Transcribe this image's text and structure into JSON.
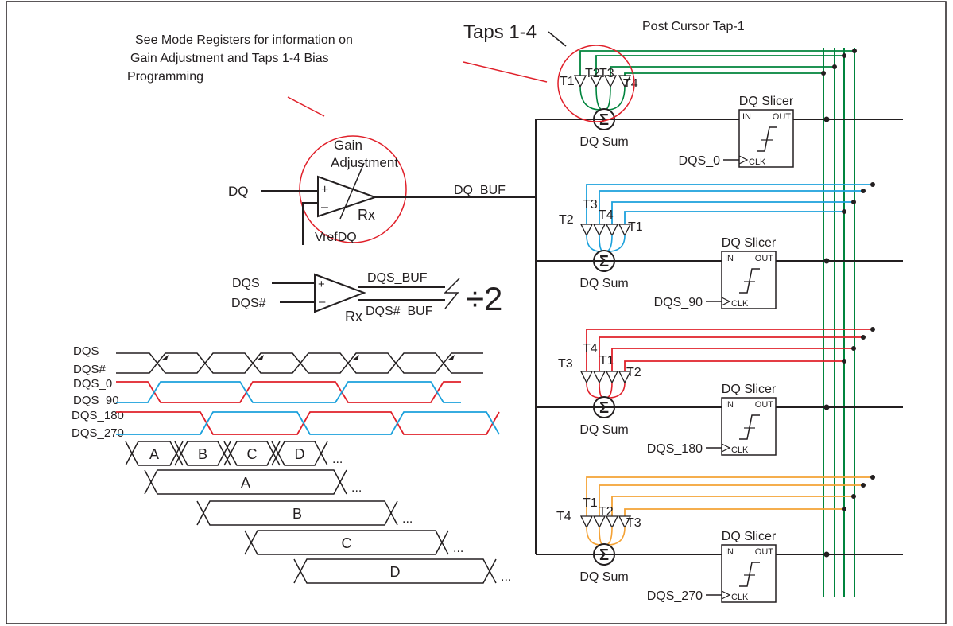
{
  "colors": {
    "black": "#231f20",
    "green": "#00843d",
    "blue": "#1ba1dc",
    "red": "#e0202a",
    "orange": "#f4a235",
    "annotation": "#e0202a"
  },
  "annotations": {
    "note_line1": "See Mode Registers for information on",
    "note_line2": "Gain Adjustment and Taps 1-4 Bias",
    "note_line3": "Programming",
    "taps_label": "Taps 1-4",
    "post_cursor": "Post Cursor Tap-1"
  },
  "receiver": {
    "gain_line1": "Gain",
    "gain_line2": "Adjustment",
    "dq_input": "DQ",
    "vref": "VrefDQ",
    "rx": "Rx",
    "dq_buf": "DQ_BUF",
    "plus": "+",
    "minus": "–"
  },
  "strobe": {
    "dqs": "DQS",
    "dqs_n": "DQS#",
    "dqs_buf": "DQS_BUF",
    "dqs_n_buf": "DQS#_BUF",
    "rx": "Rx",
    "divider": "÷2",
    "plus": "+",
    "minus": "–"
  },
  "timing": {
    "dqs": "DQS",
    "dqs_n": "DQS#",
    "dqs_0": "DQS_0",
    "dqs_90": "DQS_90",
    "dqs_180": "DQS_180",
    "dqs_270": "DQS_270",
    "data_cells": [
      "A",
      "B",
      "C",
      "D"
    ],
    "long_cells": [
      "A",
      "B",
      "C",
      "D"
    ],
    "ellipsis": "..."
  },
  "slices": [
    {
      "sum_label": "DQ Sum",
      "sigma": "Σ",
      "slicer_title": "DQ Slicer",
      "in_label": "IN",
      "out_label": "OUT",
      "clk_label": "CLK",
      "clock": "DQS_0",
      "taps": [
        "T1",
        "T2",
        "T3",
        "T4"
      ],
      "color": "#00843d"
    },
    {
      "sum_label": "DQ Sum",
      "sigma": "Σ",
      "slicer_title": "DQ Slicer",
      "in_label": "IN",
      "out_label": "OUT",
      "clk_label": "CLK",
      "clock": "DQS_90",
      "taps": [
        "T2",
        "T3",
        "T4",
        "T1"
      ],
      "color": "#1ba1dc"
    },
    {
      "sum_label": "DQ Sum",
      "sigma": "Σ",
      "slicer_title": "DQ Slicer",
      "in_label": "IN",
      "out_label": "OUT",
      "clk_label": "CLK",
      "clock": "DQS_180",
      "taps": [
        "T3",
        "T4",
        "T1",
        "T2"
      ],
      "color": "#e0202a"
    },
    {
      "sum_label": "DQ Sum",
      "sigma": "Σ",
      "slicer_title": "DQ Slicer",
      "in_label": "IN",
      "out_label": "OUT",
      "clk_label": "CLK",
      "clock": "DQS_270",
      "taps": [
        "T4",
        "T1",
        "T2",
        "T3"
      ],
      "color": "#f4a235"
    }
  ]
}
